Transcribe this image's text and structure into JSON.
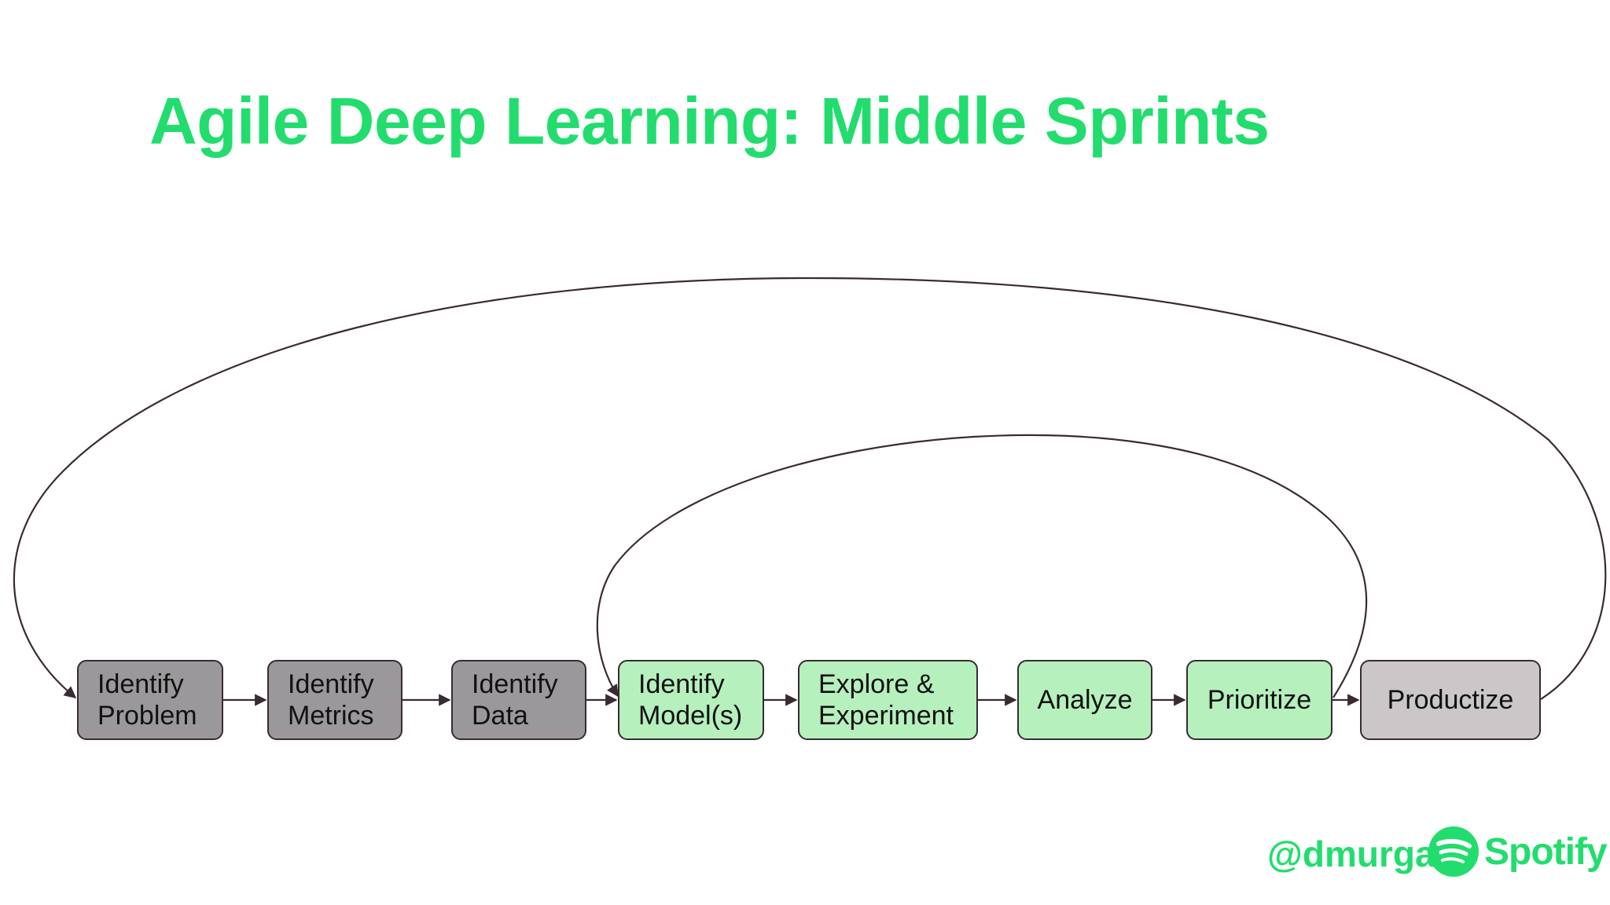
{
  "title": "Agile Deep Learning: Middle Sprints",
  "colors": {
    "accent": "#22dd6e",
    "early_stage": "#9a989b",
    "middle_stage": "#b5f0bd",
    "final_stage": "#cbc7c9",
    "line": "#3a2a33"
  },
  "steps": [
    {
      "id": "identify-problem",
      "label": "Identify\nProblem",
      "stage": "grey"
    },
    {
      "id": "identify-metrics",
      "label": "Identify\nMetrics",
      "stage": "grey"
    },
    {
      "id": "identify-data",
      "label": "Identify\nData",
      "stage": "grey"
    },
    {
      "id": "identify-models",
      "label": "Identify\nModel(s)",
      "stage": "green"
    },
    {
      "id": "explore-experiment",
      "label": "Explore &\nExperiment",
      "stage": "green"
    },
    {
      "id": "analyze",
      "label": "Analyze",
      "stage": "green"
    },
    {
      "id": "prioritize",
      "label": "Prioritize",
      "stage": "green"
    },
    {
      "id": "productize",
      "label": "Productize",
      "stage": "light"
    }
  ],
  "edges": [
    {
      "from": "identify-problem",
      "to": "identify-metrics"
    },
    {
      "from": "identify-metrics",
      "to": "identify-data"
    },
    {
      "from": "identify-data",
      "to": "identify-models"
    },
    {
      "from": "identify-models",
      "to": "explore-experiment"
    },
    {
      "from": "explore-experiment",
      "to": "analyze"
    },
    {
      "from": "analyze",
      "to": "prioritize"
    },
    {
      "from": "prioritize",
      "to": "productize"
    },
    {
      "from": "prioritize",
      "to": "identify-models",
      "kind": "loop"
    },
    {
      "from": "productize",
      "to": "identify-problem",
      "kind": "loop"
    }
  ],
  "footer": {
    "handle": "@dmurga",
    "brand": "Spotify",
    "brand_icon": "spotify-logo-icon"
  }
}
